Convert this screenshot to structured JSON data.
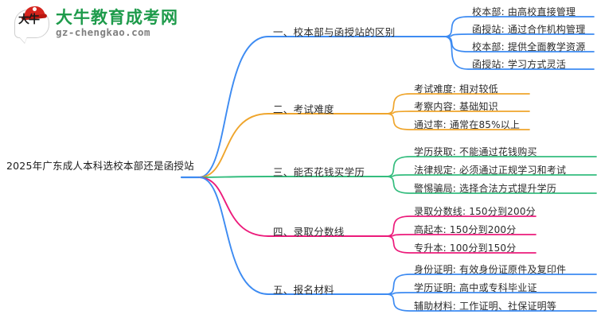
{
  "brand": {
    "mark_text": "大牛",
    "title": "大牛教育成考网",
    "subtitle": "gz-chengkao.com",
    "title_color": "#1e9b4b",
    "subtitle_color": "#7f7f7f",
    "cap_color": "#d5241d"
  },
  "mindmap": {
    "root": "2025年广东成人本科选校本部还是函授站",
    "branches": [
      {
        "label": "一、校本部与函授站的区别",
        "color": "#3d8bf2",
        "children": [
          "校本部: 由高校直接管理",
          "函授站: 通过合作机构管理",
          "校本部: 提供全面教学资源",
          "函授站: 学习方式灵活"
        ]
      },
      {
        "label": "二、考试难度",
        "color": "#efa52c",
        "children": [
          "考试难度: 相对较低",
          "考察内容: 基础知识",
          "通过率: 通常在85%以上"
        ]
      },
      {
        "label": "三、能否花钱买学历",
        "color": "#34bd7e",
        "children": [
          "学历获取: 不能通过花钱购买",
          "法律规定: 必须通过正规学习和考试",
          "警惕骗局: 选择合法方式提升学历"
        ]
      },
      {
        "label": "四、录取分数线",
        "color": "#ec1b7b",
        "children": [
          "录取分数线: 150分到200分",
          "高起本: 150分到200分",
          "专升本: 100分到150分"
        ]
      },
      {
        "label": "五、报名材料",
        "color": "#3d8bf2",
        "children": [
          "身份证明: 有效身份证原件及复印件",
          "学历证明: 高中或专科毕业证",
          "辅助材料: 工作证明、社保证明等"
        ]
      }
    ]
  }
}
